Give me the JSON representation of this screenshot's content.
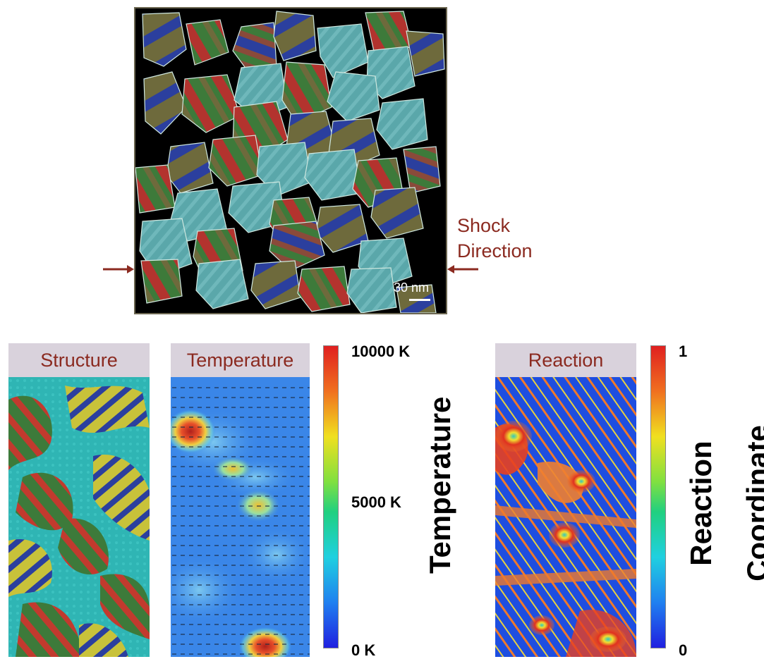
{
  "top": {
    "scale_bar": "30 nm",
    "shock_label_line1": "Shock",
    "shock_label_line2": "Direction"
  },
  "panels": {
    "structure": "Structure",
    "temperature": "Temperature",
    "reaction": "Reaction"
  },
  "temperature_bar": {
    "max": "10000 K",
    "mid": "5000 K",
    "min": "0 K",
    "title": "Temperature"
  },
  "reaction_bar": {
    "max": "1",
    "min": "0",
    "title_line1": "Reaction",
    "title_line2": "Coordinate"
  },
  "colors": {
    "shock_text": "#8b2a20",
    "grain_red": "#b3332e",
    "grain_green": "#3d7a3a",
    "grain_blue": "#2b3f9e",
    "grain_olive": "#6e6a3c",
    "grain_cyan": "#5aa7aa"
  }
}
